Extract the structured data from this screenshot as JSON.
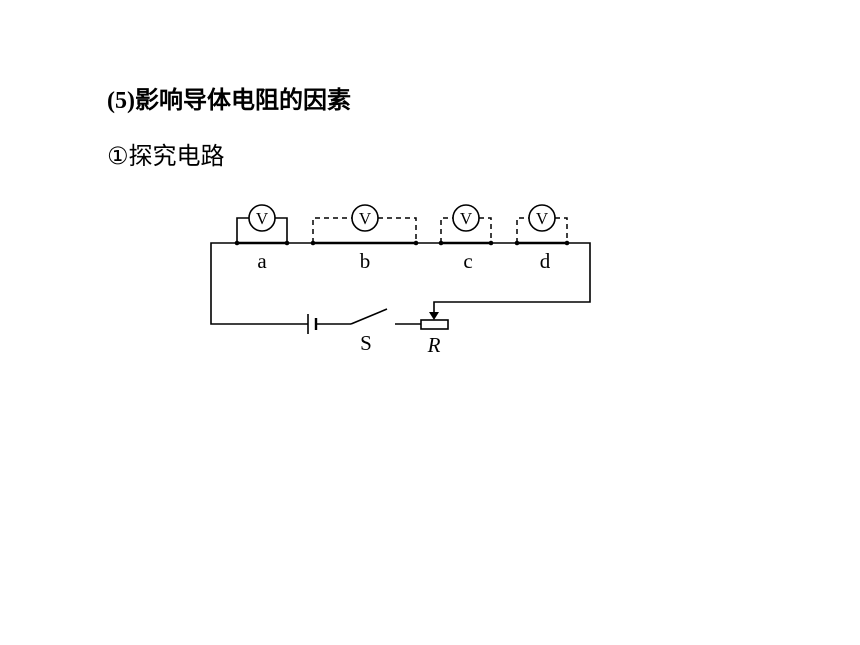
{
  "heading": {
    "number": "(5)",
    "text": "影响导体电阻的因素"
  },
  "subheading": {
    "text": "①探究电路"
  },
  "circuit": {
    "voltmeter_symbol": "V",
    "conductors": [
      {
        "label": "a",
        "connection": "solid"
      },
      {
        "label": "b",
        "connection": "dashed"
      },
      {
        "label": "c",
        "connection": "dashed"
      },
      {
        "label": "d",
        "connection": "dashed"
      }
    ],
    "switch_label": "S",
    "rheostat_label": "R"
  }
}
